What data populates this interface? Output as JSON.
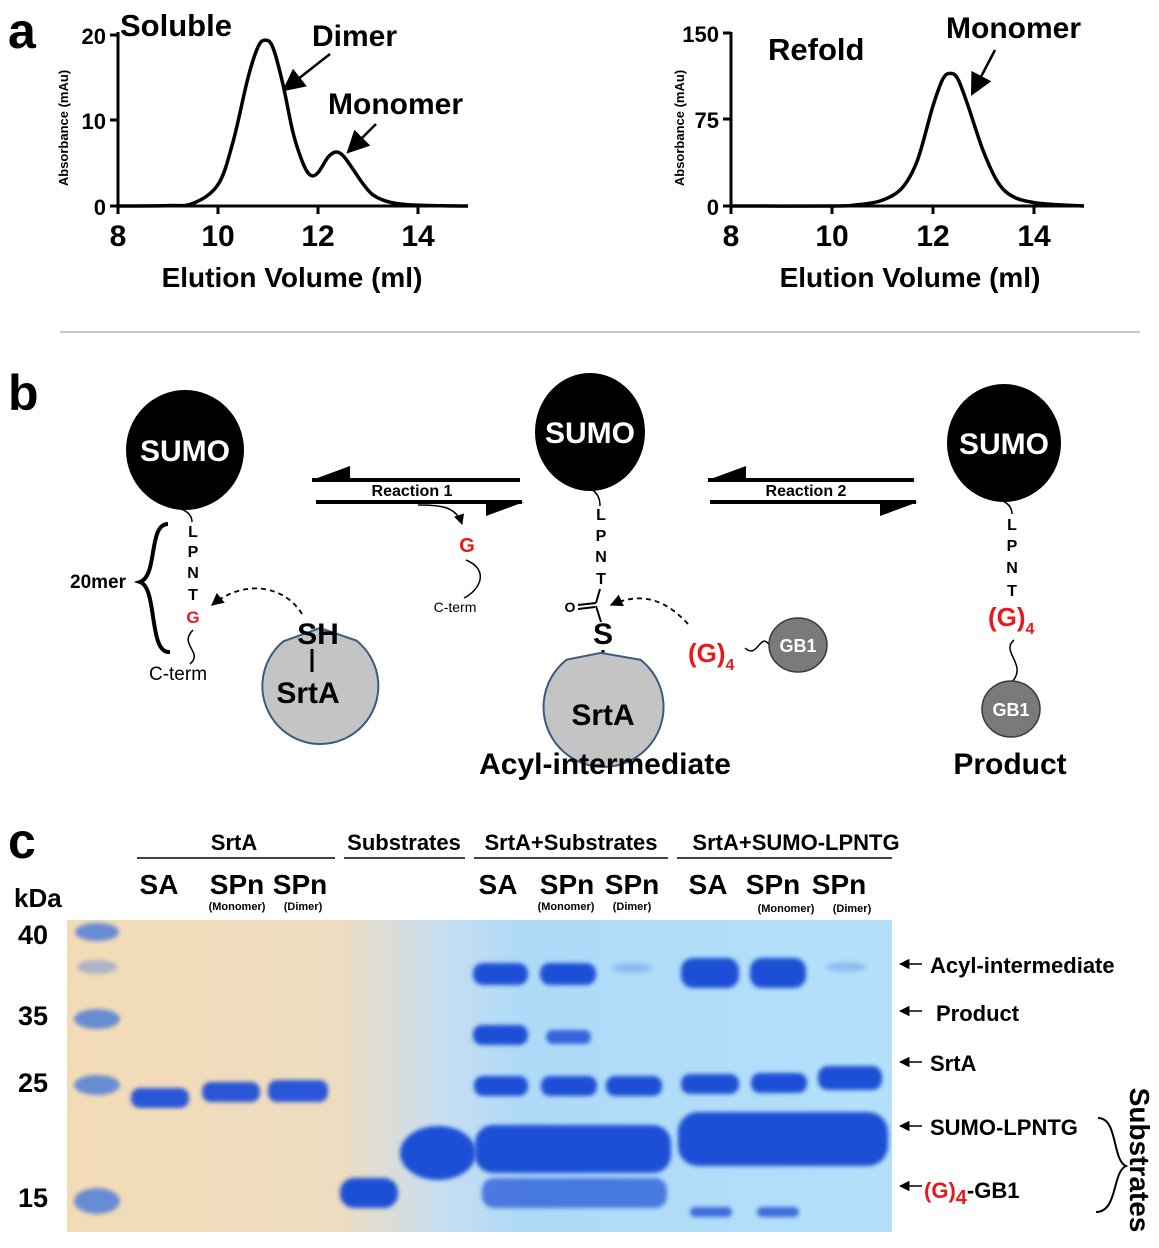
{
  "panel_a": {
    "letter": "a",
    "xlabel": "Elution Volume (ml)",
    "ylabel": "Absorbance (mAu)",
    "colors": {
      "trace": "#000000"
    },
    "charts": [
      {
        "label": "Soluble",
        "annotations": [
          "Dimer",
          "Monomer"
        ],
        "y_ticks": [
          "0",
          "10",
          "20"
        ],
        "x_ticks": [
          "8",
          "10",
          "12",
          "14"
        ]
      },
      {
        "label": "Refold",
        "annotations": [
          "Monomer"
        ],
        "y_ticks": [
          "0",
          "75",
          "150"
        ],
        "x_ticks": [
          "8",
          "10",
          "12",
          "14"
        ]
      }
    ]
  },
  "chart_data": [
    {
      "type": "line",
      "title": "Soluble",
      "xlabel": "Elution Volume (ml)",
      "ylabel": "Absorbance (mAu)",
      "xlim": [
        8,
        15
      ],
      "ylim": [
        0,
        20
      ],
      "series": [
        {
          "x": [
            8,
            9,
            9.5,
            10,
            10.3,
            10.6,
            10.8,
            10.95,
            11.1,
            11.3,
            11.5,
            11.7,
            11.85,
            12.0,
            12.2,
            12.35,
            12.5,
            12.7,
            12.9,
            13.1,
            13.4,
            13.8,
            14.5,
            15
          ],
          "y": [
            0,
            0.05,
            0.3,
            2.5,
            7.5,
            15,
            18.6,
            19.4,
            18.5,
            14.2,
            8.6,
            5.0,
            3.6,
            3.9,
            5.7,
            6.3,
            5.9,
            4.3,
            2.6,
            1.3,
            0.5,
            0.15,
            0.02,
            0
          ]
        }
      ]
    },
    {
      "type": "line",
      "title": "Refold",
      "xlabel": "Elution Volume (ml)",
      "ylabel": "Absorbance (mAu)",
      "xlim": [
        8,
        15
      ],
      "ylim": [
        0,
        150
      ],
      "series": [
        {
          "x": [
            8,
            10,
            10.5,
            11,
            11.4,
            11.7,
            12.0,
            12.2,
            12.35,
            12.5,
            12.7,
            13.0,
            13.3,
            13.6,
            14.0,
            14.5,
            15
          ],
          "y": [
            0,
            0,
            1,
            5,
            16,
            40,
            86,
            110,
            115,
            110,
            87,
            48,
            20,
            8,
            3,
            1,
            0
          ]
        }
      ]
    }
  ],
  "panel_b": {
    "letter": "b",
    "sumo": "SUMO",
    "srta": "SrtA",
    "gb1": "GB1",
    "sh": "SH",
    "s": "S",
    "o": "O",
    "reaction1": "Reaction 1",
    "reaction2": "Reaction 2",
    "seq": [
      "L",
      "P",
      "N",
      "T"
    ],
    "g": "G",
    "g4": "(G)",
    "g4_sub": "4",
    "twentymer": "20mer",
    "cterm1": "C-term",
    "cterm2": "C-term",
    "acyl": "Acyl-intermediate",
    "product": "Product",
    "colors": {
      "red": "#e8191e",
      "sumo": "#000000",
      "srta": "#c4c4c4",
      "gb1": "#7a7a7a"
    }
  },
  "panel_c": {
    "letter": "c",
    "kda": "kDa",
    "markers": [
      "40",
      "35",
      "25",
      "15"
    ],
    "groups": [
      "SrtA",
      "Substrates",
      "SrtA+Substrates",
      "SrtA+SUMO-LPNTG"
    ],
    "lanes": [
      {
        "main": "SA",
        "sub": ""
      },
      {
        "main": "SPn",
        "sub": "(Monomer)"
      },
      {
        "main": "SPn",
        "sub": "(Dimer)"
      },
      {
        "main": "SA",
        "sub": ""
      },
      {
        "main": "SPn",
        "sub": "(Monomer)"
      },
      {
        "main": "SPn",
        "sub": "(Dimer)"
      },
      {
        "main": "SA",
        "sub": ""
      },
      {
        "main": "SPn",
        "sub": "(Monomer)"
      },
      {
        "main": "SPn",
        "sub": "(Dimer)"
      }
    ],
    "band_labels": {
      "acyl": "Acyl-intermediate",
      "product": "Product",
      "srta": "SrtA",
      "sumo": "SUMO-LPNTG",
      "g4": "(G)",
      "g4_sub": "4",
      "gb1": "-GB1"
    },
    "substrates_side": "Substrates",
    "colors": {
      "band": "#1f4fd6",
      "gel_left": "#f2dcb8",
      "gel_right": "#b8dcf6"
    }
  }
}
